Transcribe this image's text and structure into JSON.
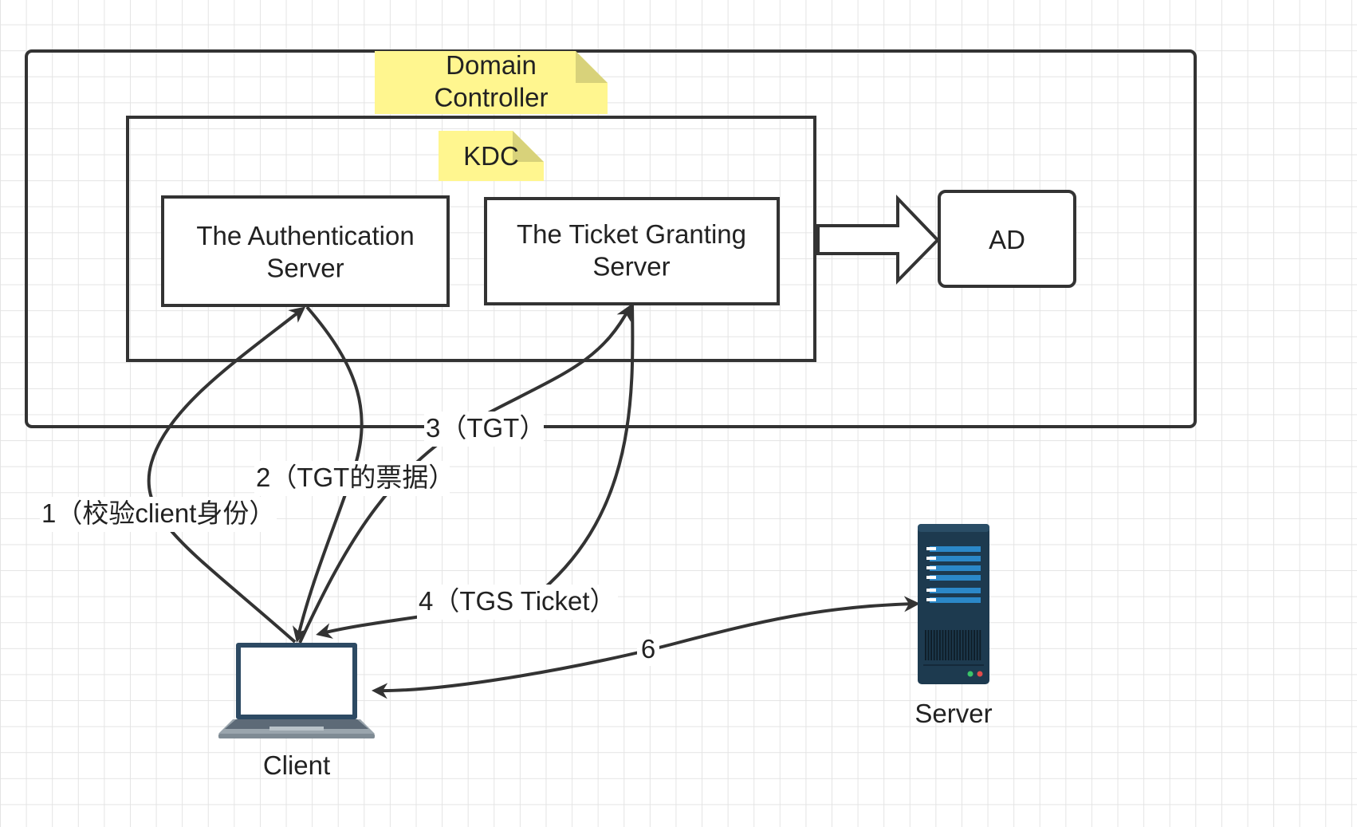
{
  "diagram": {
    "domain_controller": {
      "note": "Domain\nController"
    },
    "kdc": {
      "note": "KDC"
    },
    "authentication_server": {
      "label": "The Authentication\nServer"
    },
    "ticket_granting_server": {
      "label": "The Ticket Granting\nServer"
    },
    "ad": {
      "label": "AD"
    },
    "client": {
      "label": "Client"
    },
    "server": {
      "label": "Server"
    },
    "edges": {
      "e1": "1（校验client身份）",
      "e2": "2（TGT的票据）",
      "e3": "3（TGT）",
      "e4": "4（TGS Ticket）",
      "e6": "6"
    }
  },
  "colors": {
    "stroke": "#333333",
    "note_fill": "#fff68f",
    "note_fold": "#d8d27a",
    "server_body": "#1d3a4f",
    "server_stripe": "#2b88c8",
    "laptop_frame": "#2d4a63",
    "laptop_keyboard": "#9aa5ad"
  }
}
